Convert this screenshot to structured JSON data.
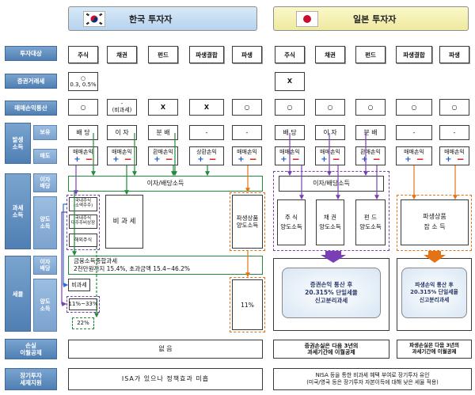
{
  "headers": {
    "korea": "한국 투자자",
    "japan": "일본 투자자"
  },
  "row_labels": {
    "investment_target": "투자대상",
    "securities_tax": "증권거래세",
    "offset": "매매손익통산",
    "income": "발생\n소득",
    "holding": "보유",
    "selling": "매도",
    "taxable_income": "과세\n소득",
    "interest_dividend": "이자\n배당",
    "transfer": "양도\n소득",
    "tax_rate": "세율",
    "loss": "손실\n이월공제",
    "long_term": "장기투자\n세제지원"
  },
  "columns": {
    "korea": [
      "주식",
      "채권",
      "펀드",
      "파생결합",
      "파생"
    ],
    "japan": [
      "주식",
      "채권",
      "펀드",
      "파생결합",
      "파생"
    ]
  },
  "securities_tax": {
    "korea": "○\n0.3, 0.5%",
    "japan": "X"
  },
  "offset": {
    "korea": [
      "○",
      "-\n(비과세)",
      "X",
      "X",
      "○"
    ],
    "japan": [
      "○",
      "○",
      "○",
      "○",
      "○"
    ]
  },
  "holding": {
    "korea": [
      "배 당",
      "이 자",
      "분 배",
      "-",
      "-"
    ],
    "japan": [
      "배 당",
      "이 자",
      "분 배",
      "-",
      "-"
    ]
  },
  "selling": {
    "korea": [
      "매매손익",
      "매매손익",
      "환매손익",
      "상환손익",
      "매매손익"
    ],
    "japan": [
      "매매손익",
      "매매손익",
      "환매손익",
      "매매손익",
      "매매손익"
    ]
  },
  "taxable": {
    "korea_interest": "이자/배당소득",
    "korea_stock": [
      "국내주식",
      "(소액주주)",
      "국내주식",
      "대주주비상장",
      "해외주식"
    ],
    "korea_nontax": "비 과 세",
    "korea_deriv": "파생상품\n양도소득",
    "japan_interest": "이자/배당소득",
    "japan_stock": "주 식\n양도소득",
    "japan_bond": "채 권\n양도소득",
    "japan_fund": "펀 드\n양도소득",
    "japan_deriv": "파생상품\n잡 소 득"
  },
  "tax_rate": {
    "korea_interest": "금융소득종합과세\n2천만원까지 15.4%, 초과금액 15.4~46.2%",
    "korea_nontax_lbl": "비과세",
    "korea_range": "11%~33%",
    "korea_22": "22%",
    "korea_deriv": "11%",
    "japan_cloud1": "증권손익 통산 후\n20.315% 단일세율\n신고분리과세",
    "japan_cloud2": "파생손익 통산 후\n20.315% 단일세율\n신고분리과세"
  },
  "loss": {
    "korea": "없 음",
    "japan1": "증권손실은 다음 3년의\n과세기간에 이월공제",
    "japan2": "파생손실은 다음 3년의\n과세기간에 이월공제"
  },
  "long_term": {
    "korea": "ISA가 있으나 정책효과 미흡",
    "japan": "NISA 등을 통한 비과세 혜택 부여로 장기투자 유인\n(미국/영국 등은 장기투자 자본이득에 대해 낮은 세율 적용)"
  },
  "colors": {
    "green": "#1f8a3a",
    "purple": "#7b3fb5",
    "orange": "#e57316",
    "label_blue": "#4f7fb3"
  }
}
